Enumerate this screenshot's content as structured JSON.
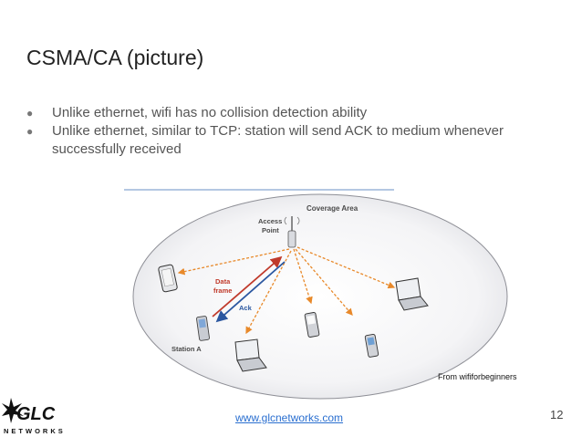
{
  "slide": {
    "title": "CSMA/CA (picture)",
    "bullets": [
      "Unlike ethernet, wifi has no collision detection ability",
      "Unlike ethernet, similar to TCP: station will send ACK to medium whenever successfully received"
    ],
    "bullet_glyph": "●",
    "credit": "From wififorbeginners",
    "footer_url": "www.glcnetworks.com",
    "page_number": "12"
  },
  "figure": {
    "coverage_label": "Coverage Area",
    "ap_label_line1": "Access",
    "ap_label_line2": "Point",
    "data_label_line1": "Data",
    "data_label_line2": "frame",
    "ack_label": "Ack",
    "station_label": "Station A"
  },
  "logo": {
    "text": "GLC",
    "subtext": "NETWORKS"
  },
  "colors": {
    "dashed_arrow": "#e8892a",
    "data_arrow": "#c03a2b",
    "ack_arrow": "#2b57a0",
    "label_text": "#4a4a4a",
    "link": "#2a6fd0"
  }
}
